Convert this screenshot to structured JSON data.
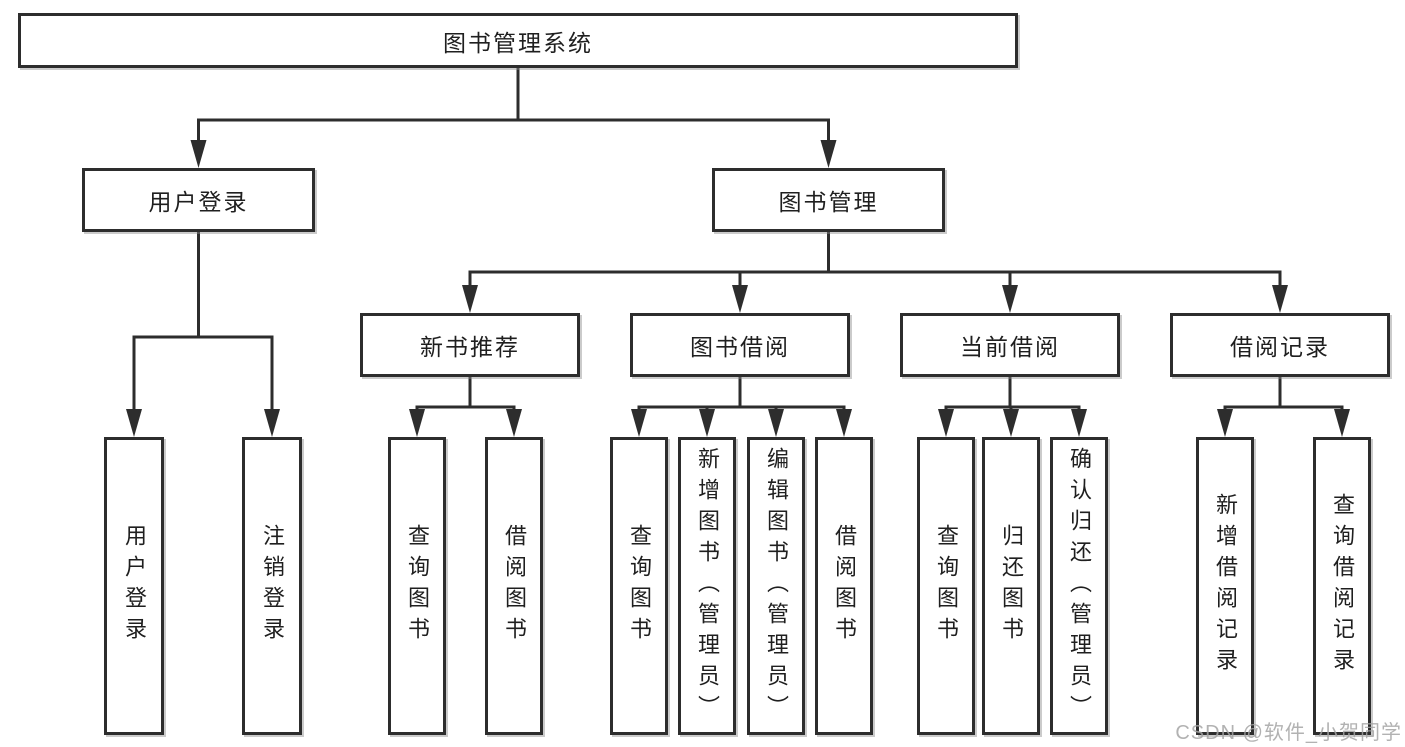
{
  "diagram": {
    "title": "图书管理系统",
    "root": {
      "label": "图书管理系统"
    },
    "branches": [
      {
        "label": "用户登录",
        "children": [
          {
            "label": "用户登录"
          },
          {
            "label": "注销登录"
          }
        ]
      },
      {
        "label": "图书管理",
        "children": [
          {
            "label": "新书推荐",
            "children": [
              {
                "label": "查询图书"
              },
              {
                "label": "借阅图书"
              }
            ]
          },
          {
            "label": "图书借阅",
            "children": [
              {
                "label": "查询图书"
              },
              {
                "label": "新增图书（管理员）"
              },
              {
                "label": "编辑图书（管理员）"
              },
              {
                "label": "借阅图书"
              }
            ]
          },
          {
            "label": "当前借阅",
            "children": [
              {
                "label": "查询图书"
              },
              {
                "label": "归还图书"
              },
              {
                "label": "确认归还（管理员）"
              }
            ]
          },
          {
            "label": "借阅记录",
            "children": [
              {
                "label": "新增借阅记录"
              },
              {
                "label": "查询借阅记录"
              }
            ]
          }
        ]
      }
    ]
  },
  "watermark": {
    "text": "CSDN @软件_小贺同学"
  },
  "colors": {
    "line": "#2d2d2d",
    "box_border": "#2d2d2d",
    "text": "#1f1f1f",
    "background": "#ffffff",
    "watermark": "#a5a5a5"
  }
}
